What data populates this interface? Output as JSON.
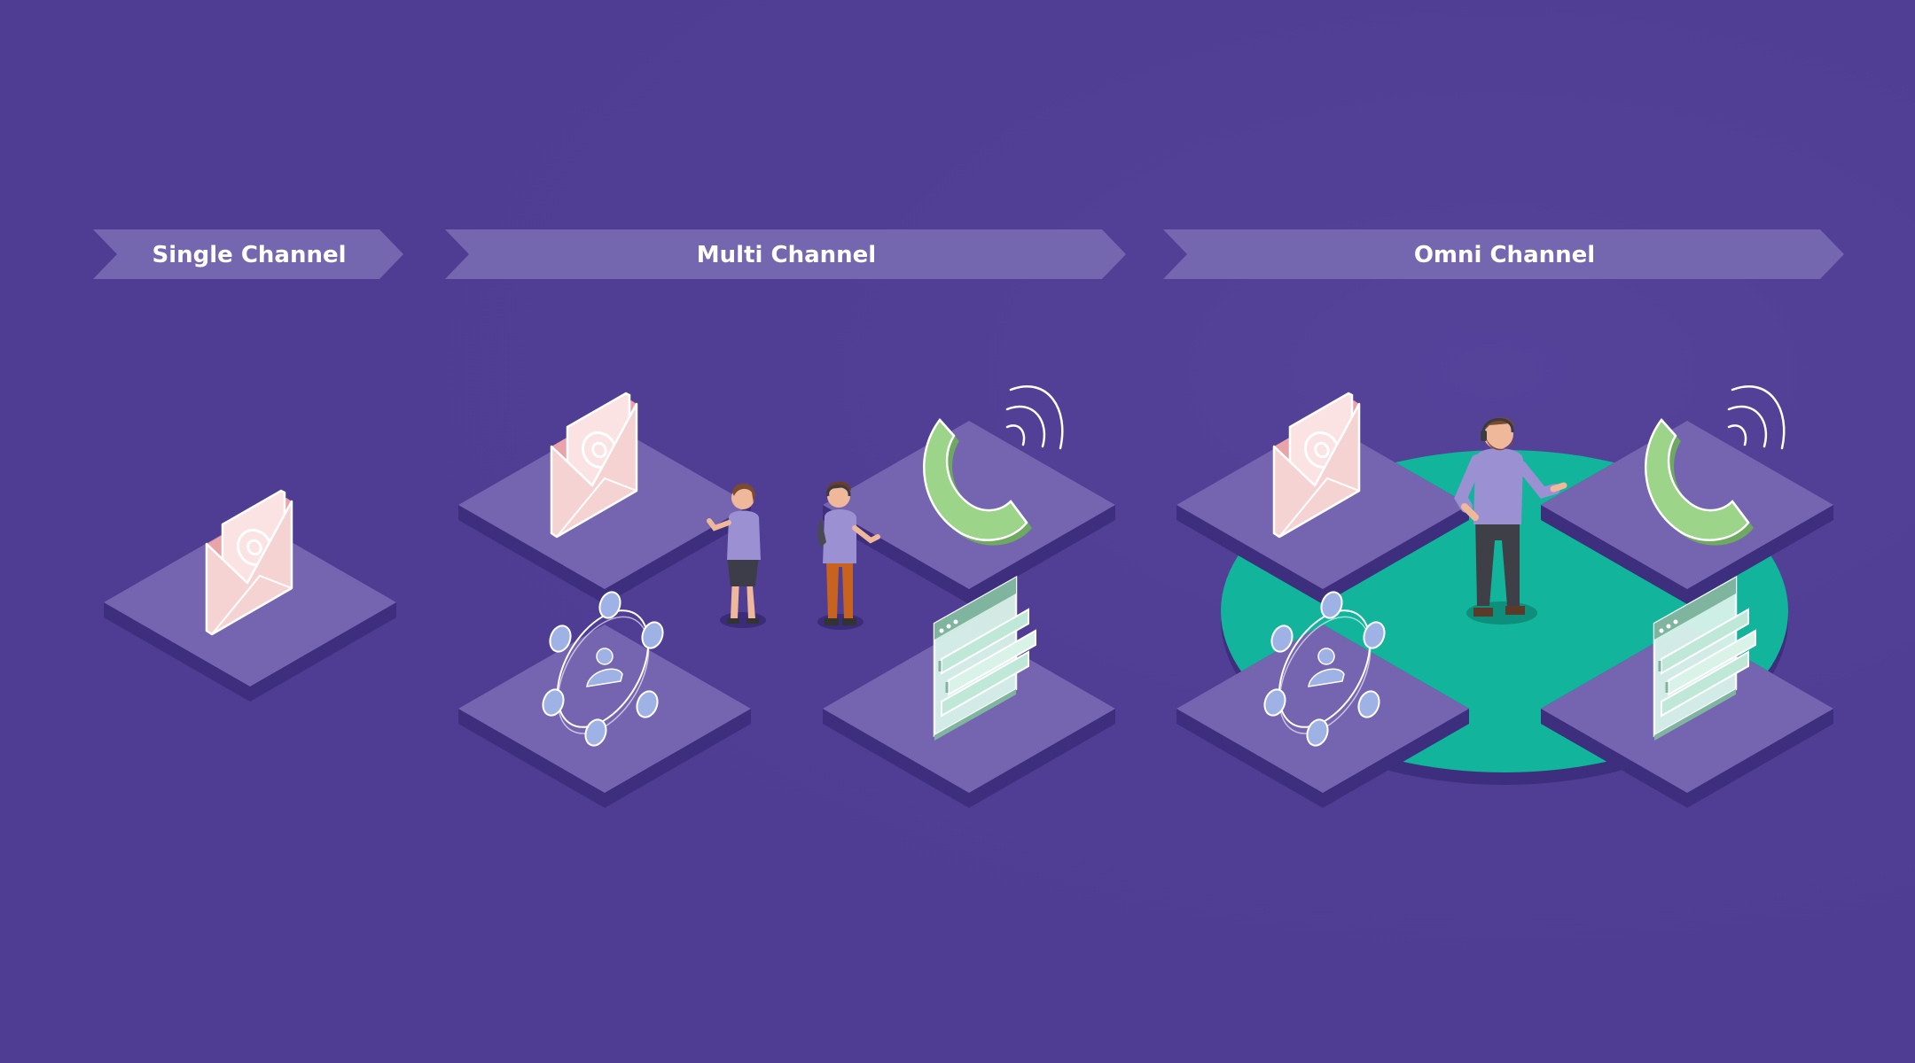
{
  "banners": {
    "single": {
      "label": "Single Channel"
    },
    "multi": {
      "label": "Multi Channel"
    },
    "omni": {
      "label": "Omni Channel"
    }
  },
  "colors": {
    "background": "#4f3d93",
    "banner": "#7566b0",
    "tile_top": "#7565b0",
    "tile_side": "#3d2e7e",
    "hub": "#12b49b",
    "phone": "#9cd48a",
    "envelope": "#f6d6d6",
    "chat": "#d9f3e9",
    "network_node": "#9fb2e6"
  },
  "icons": {
    "email": "email-envelope-icon",
    "phone": "phone-call-icon",
    "network": "social-network-icon",
    "chat": "chat-window-icon"
  }
}
